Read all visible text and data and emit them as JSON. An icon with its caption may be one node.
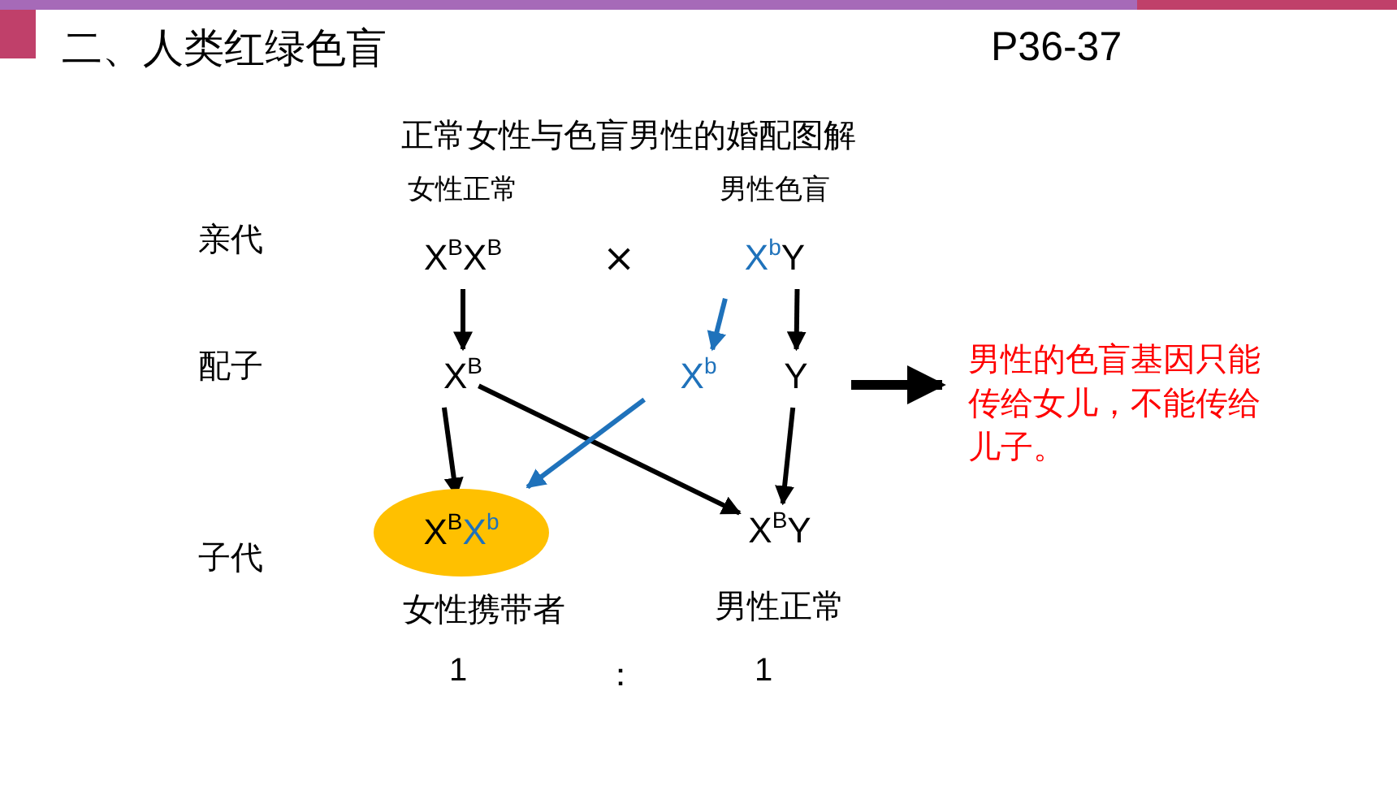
{
  "diagram": {
    "title": "二、人类红绿色盲",
    "nodes": [
      {
        "text": [
          "X$^{B}$X$^{B}$"
        ],
        "beside": [
          "女性正常"
        ]
      },
      {
        "text": [
          "X$^{b}$",
          "Y"
        ],
        "beside": [
          "男性色盲"
        ]
      },
      {
        "text": [
          "X$^{B}$"
        ]
      },
      {
        "text": [
          "X$^{b}$"
        ]
      },
      {
        "text": [
          "Y"
        ]
      },
      {
        "text": [
          "X$^{B}$",
          "X$^{b}$"
        ],
        "beside": [
          "女性携带者"
        ]
      },
      {
        "text": [
          "X$^{B}$Y"
        ],
        "beside": [
          "男性正常"
        ]
      },
      {
        "text": [
          "男性的色盲基因只能传给女儿，不能传给儿子。"
        ]
      }
    ],
    "edges": [
      {
        "from": 0,
        "to": 2,
        "arrow": "to"
      },
      {
        "from": 1,
        "to": 3,
        "arrow": "to",
        "color": "#1f72bb"
      },
      {
        "from": 1,
        "to": 4,
        "arrow": "to"
      },
      {
        "from": 2,
        "to": 5,
        "arrow": "to"
      },
      {
        "from": 2,
        "to": 6,
        "arrow": "to"
      },
      {
        "from": 3,
        "to": 5,
        "arrow": "to",
        "color": "#1f72bb"
      },
      {
        "from": 4,
        "to": 6,
        "arrow": "to"
      },
      {
        "from": null,
        "to": 7,
        "arrow": "to",
        "style": "thick"
      }
    ],
    "labels": [
      "P36-37",
      "正常女性与色盲男性的婚配图解",
      "亲代",
      "×",
      "配子",
      "子代",
      "1",
      "：",
      "1"
    ]
  }
}
